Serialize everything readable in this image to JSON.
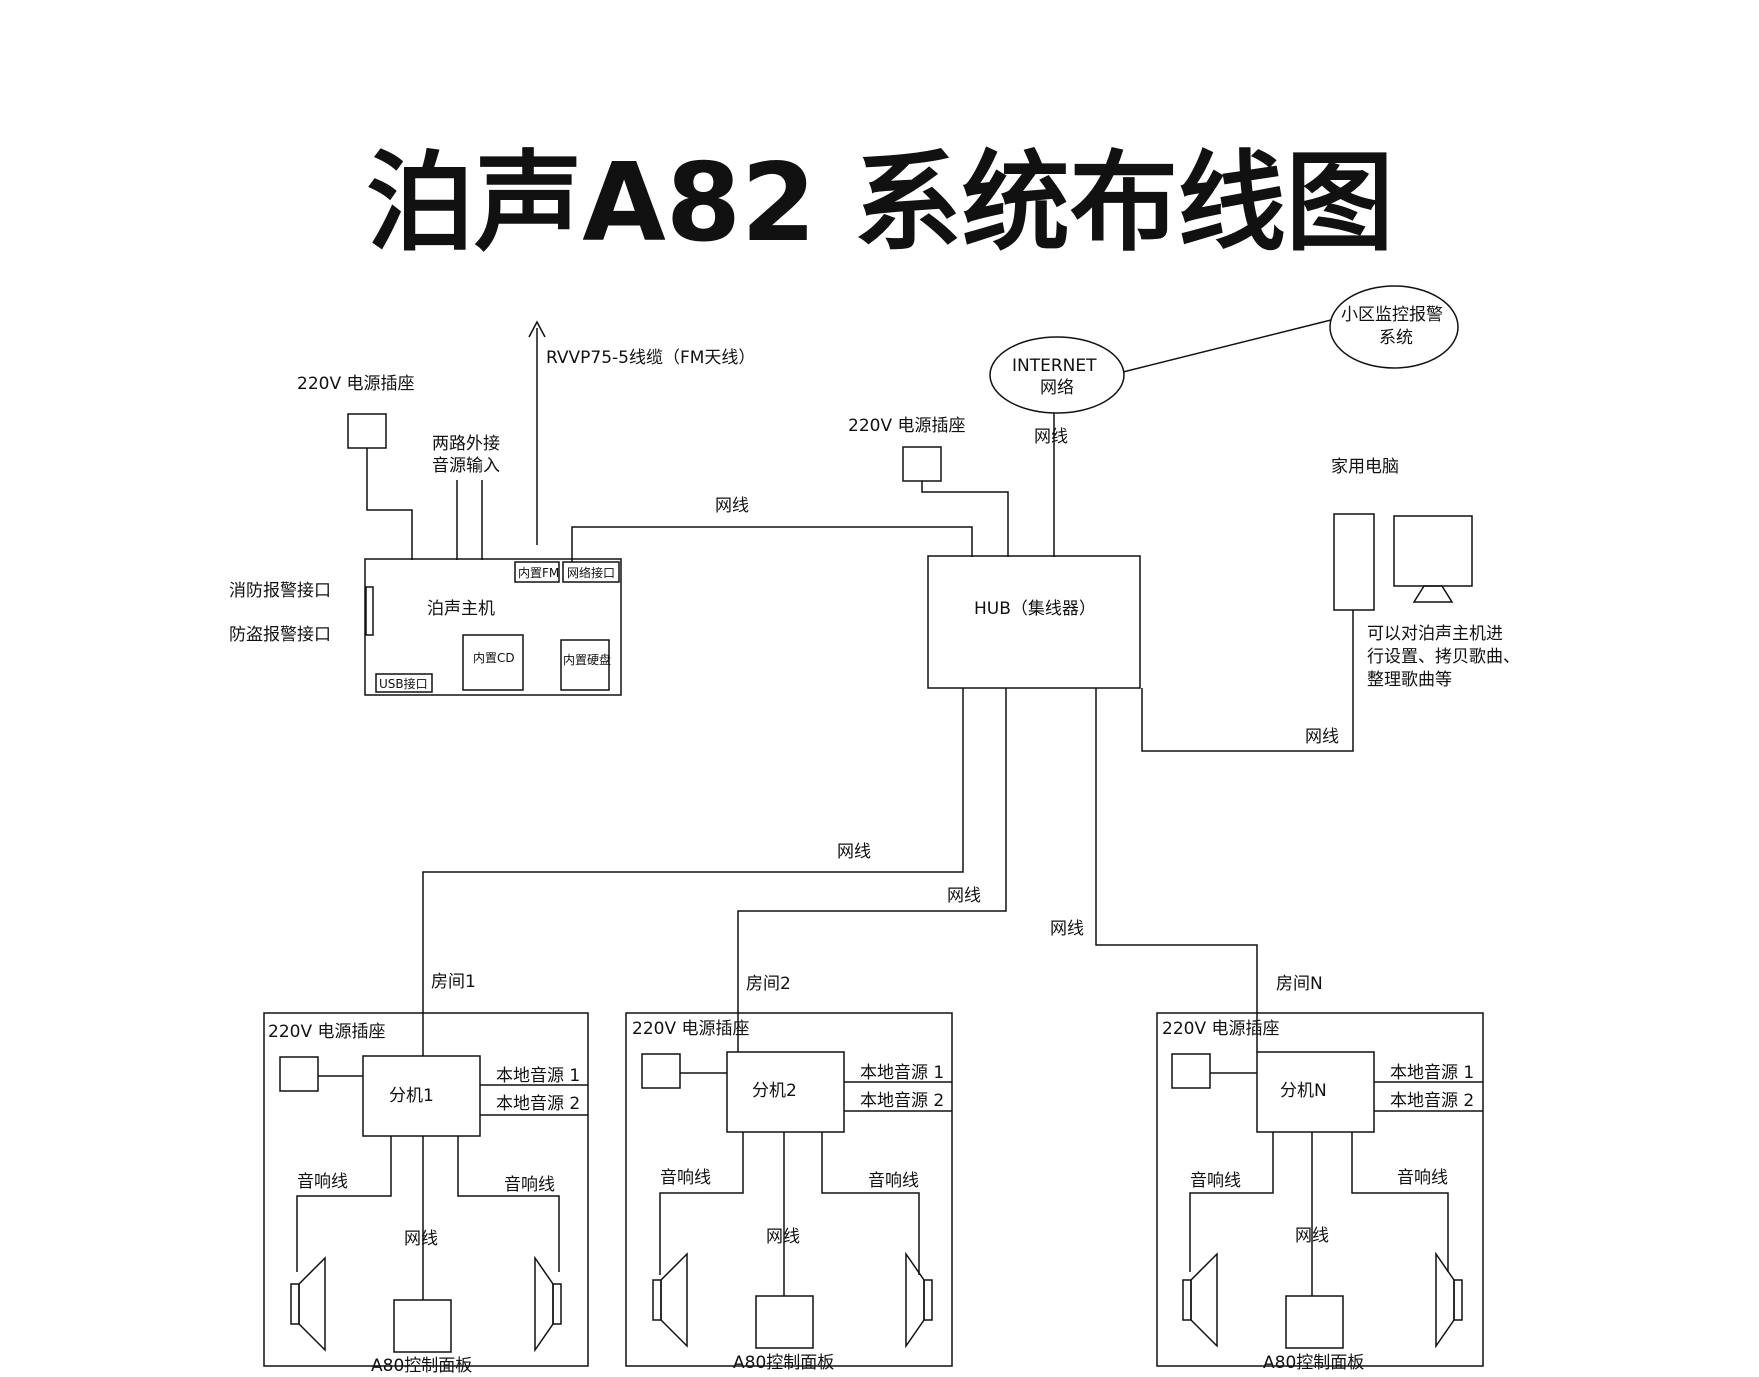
{
  "title": "泊声A82 系统布线图",
  "labels": {
    "socket": "220V 电源插座",
    "antenna": "RVVP75-5线缆（FM天线）",
    "ext_audio_1": "两路外接",
    "ext_audio_2": "音源输入",
    "fire_alarm": "消防报警接口",
    "theft_alarm": "防盗报警接口",
    "host": "泊声主机",
    "fm": "内置FM",
    "net_port": "网络接口",
    "cd": "内置CD",
    "hdd": "内置硬盘",
    "usb": "USB接口",
    "internet_1": "INTERNET",
    "internet_2": "网络",
    "community_1": "小区监控报警",
    "community_2": "系统",
    "cable": "网线",
    "hub": "HUB（集线器）",
    "pc": "家用电脑",
    "pc_note_1": "可以对泊声主机进",
    "pc_note_2": "行设置、拷贝歌曲、",
    "pc_note_3": "整理歌曲等",
    "room_1": "房间1",
    "room_2": "房间2",
    "room_n": "房间N",
    "sub_1": "分机1",
    "sub_2": "分机2",
    "sub_n": "分机N",
    "local_1": "本地音源 1",
    "local_2": "本地音源 2",
    "speaker_wire": "音响线",
    "panel": "A80控制面板"
  }
}
